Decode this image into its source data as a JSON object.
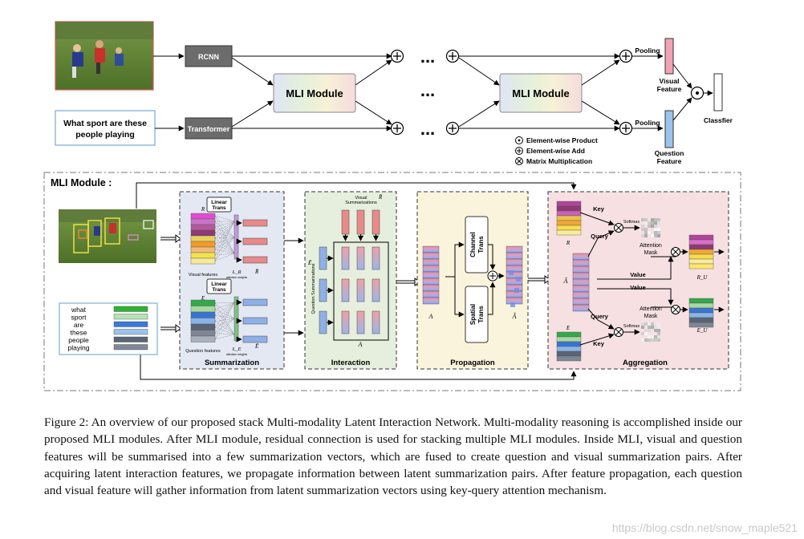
{
  "top": {
    "rcnn": "RCNN",
    "transformer": "Transformer",
    "mli_module": "MLI Module",
    "question": "What sport are these people playing",
    "ellipsis": "...",
    "pooling": "Pooling",
    "visual_feature": "Visual Feature",
    "question_feature": "Question Feature",
    "classifier": "Classfier",
    "legend": [
      "Element-wise Product",
      "Element-wise Add",
      "Matrix Multiplication"
    ]
  },
  "mli": {
    "title": "MLI Module :",
    "words": [
      "what",
      "sport",
      "are",
      "these",
      "people",
      "playing"
    ],
    "summarization": {
      "title": "Summarization",
      "linear_trans": "Linear Trans",
      "R": "R",
      "E": "E",
      "visual_features": "Visual features",
      "question_features": "Question features",
      "LR": "L_R",
      "LE": "L_E",
      "Rbar": "R̄",
      "Ebar": "Ē",
      "attention_weights": "attention weights"
    },
    "interaction": {
      "title": "Interaction",
      "visual_summarizations": "Visual Summarizations",
      "question_summarizations": "Question Summarizations",
      "Rbar": "R̄",
      "Ebar": "Ē",
      "A": "A"
    },
    "propagation": {
      "title": "Propagation",
      "channel_trans": "Channel Trans",
      "spatial_trans": "Spatial Trans",
      "A": "A",
      "Ahat": "Â"
    },
    "aggregation": {
      "title": "Aggregation",
      "key": "Key",
      "query": "Query",
      "value": "Value",
      "softmax": "Softmax",
      "attention_mask": "Attention Mask",
      "R": "R",
      "E": "E",
      "Ahat": "Â",
      "RU": "R_U",
      "EU": "E_U"
    }
  },
  "caption": "Figure 2: An overview of our proposed stack Multi-modality Latent Interaction Network. Multi-modality reasoning is accomplished inside our proposed MLI modules. After MLI module, residual connection is used for stacking multiple MLI modules. Inside MLI, visual and question features will be summarised into a few summarization vectors, which are fused to create question and visual summarization pairs. After acquiring latent interaction features, we propagate information between latent summarization pairs. After feature propagation, each question and visual feature will gather information from latent summarization vectors using key-query attention mechanism.",
  "watermark": "https://blog.csdn.net/snow_maple521",
  "colors": {
    "summarization_bg": "#e3e8f3",
    "interaction_bg": "#e6efdd",
    "propagation_bg": "#fbf4dc",
    "aggregation_bg": "#f6e0e2",
    "rbar_red": "#e88a8a",
    "ebar_blue": "#8fb0e6",
    "pool_pink": "#f2a3b3",
    "pool_blue": "#9cc3ea"
  }
}
